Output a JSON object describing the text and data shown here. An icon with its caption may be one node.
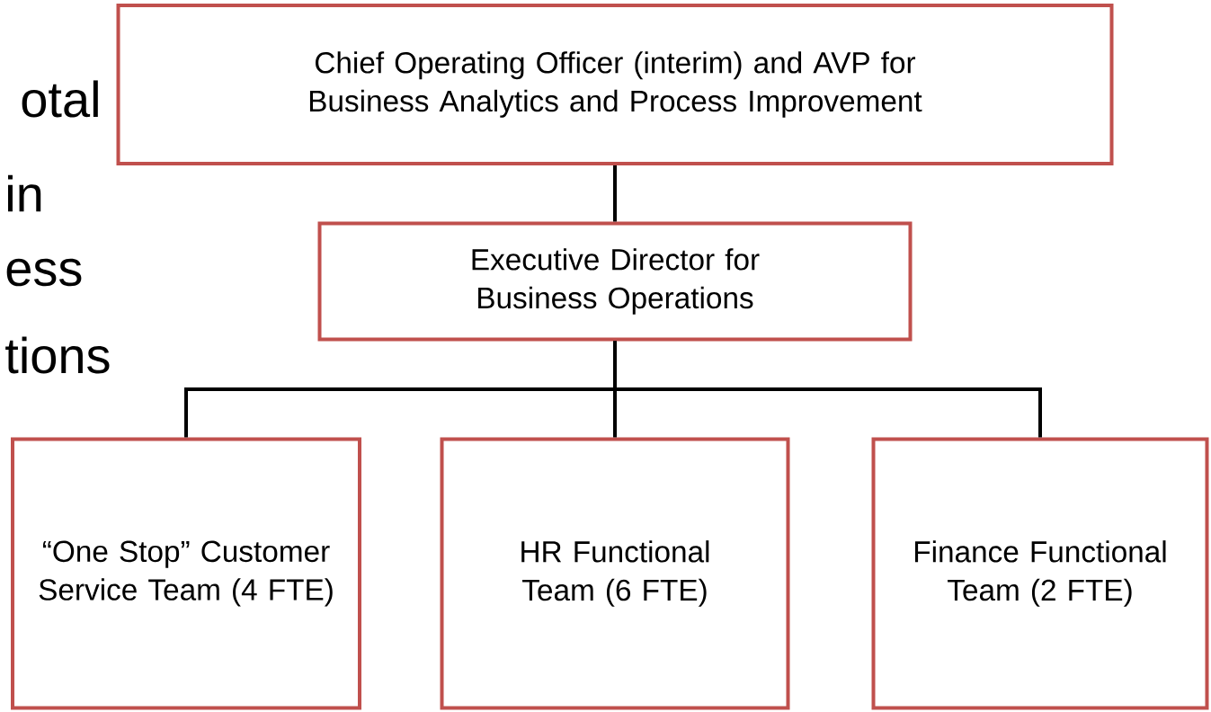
{
  "diagram": {
    "nodes": [
      {
        "text": [
          "Chief Operating Officer (interim) and AVP for Business Analytics and Process Improvement"
        ]
      },
      {
        "text": [
          "Executive Director for Business Operations"
        ]
      },
      {
        "text": [
          "“One Stop” Customer Service Team (4 FTE)"
        ]
      },
      {
        "text": [
          "HR Functional Team (6 FTE)"
        ]
      },
      {
        "text": [
          "Finance Functional Team (2 FTE)"
        ]
      }
    ],
    "edges": [
      {
        "from": 0,
        "to": 1,
        "arrow": "none"
      },
      {
        "from": 1,
        "to": 2,
        "arrow": "none"
      },
      {
        "from": 1,
        "to": 3,
        "arrow": "none"
      },
      {
        "from": 1,
        "to": 4,
        "arrow": "none"
      }
    ],
    "labels": [
      "otal",
      "in",
      "ess",
      "tions"
    ]
  }
}
